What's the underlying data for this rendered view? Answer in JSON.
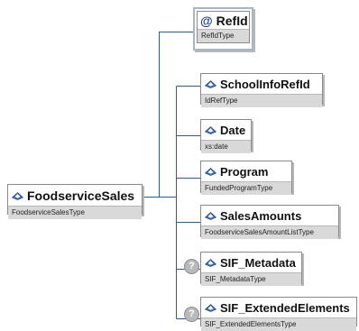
{
  "root": {
    "name": "FoodserviceSales",
    "type": "FoodserviceSalesType"
  },
  "attribute": {
    "symbol": "@",
    "name": "RefId",
    "type": "RefIdType"
  },
  "children": [
    {
      "name": "SchoolInfoRefId",
      "type": "IdRefType",
      "optional": false
    },
    {
      "name": "Date",
      "type": "xs:date",
      "optional": false
    },
    {
      "name": "Program",
      "type": "FundedProgramType",
      "optional": false
    },
    {
      "name": "SalesAmounts",
      "type": "FoodserviceSalesAmountListType",
      "optional": false
    },
    {
      "name": "SIF_Metadata",
      "type": "SIF_MetadataType",
      "optional": true
    },
    {
      "name": "SIF_ExtendedElements",
      "type": "SIF_ExtendedElementsType",
      "optional": true
    }
  ],
  "icons": {
    "element": "element-diamond-icon",
    "optional": "question-mark-icon",
    "optional_glyph": "?"
  },
  "colors": {
    "connector": "#2f5b8a",
    "icon_blue": "#3b6fb6",
    "attr_border": "#a4b7c8"
  }
}
